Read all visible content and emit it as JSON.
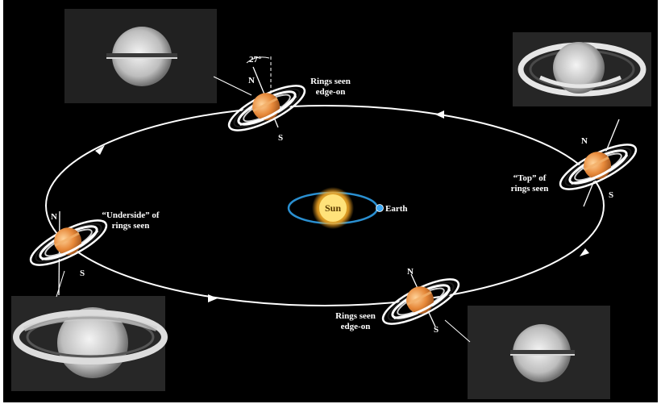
{
  "sun_label": "Sun",
  "earth_label": "Earth",
  "tilt_label": "27°",
  "north_label": "N",
  "south_label": "S",
  "top_edge_on": {
    "line1": "Rings seen",
    "line2": "edge-on"
  },
  "right_top_seen": {
    "line1": "“Top” of",
    "line2": "rings seen"
  },
  "left_underside_seen": {
    "line1": "“Underside” of",
    "line2": "rings seen"
  },
  "bottom_edge_on": {
    "line1": "Rings seen",
    "line2": "edge-on"
  },
  "colors": {
    "background": "#000000",
    "orbit": "#ffffff",
    "earth_orbit": "#2a8fd0",
    "sun_core": "#ffe27a",
    "planet": "#e7893a"
  }
}
